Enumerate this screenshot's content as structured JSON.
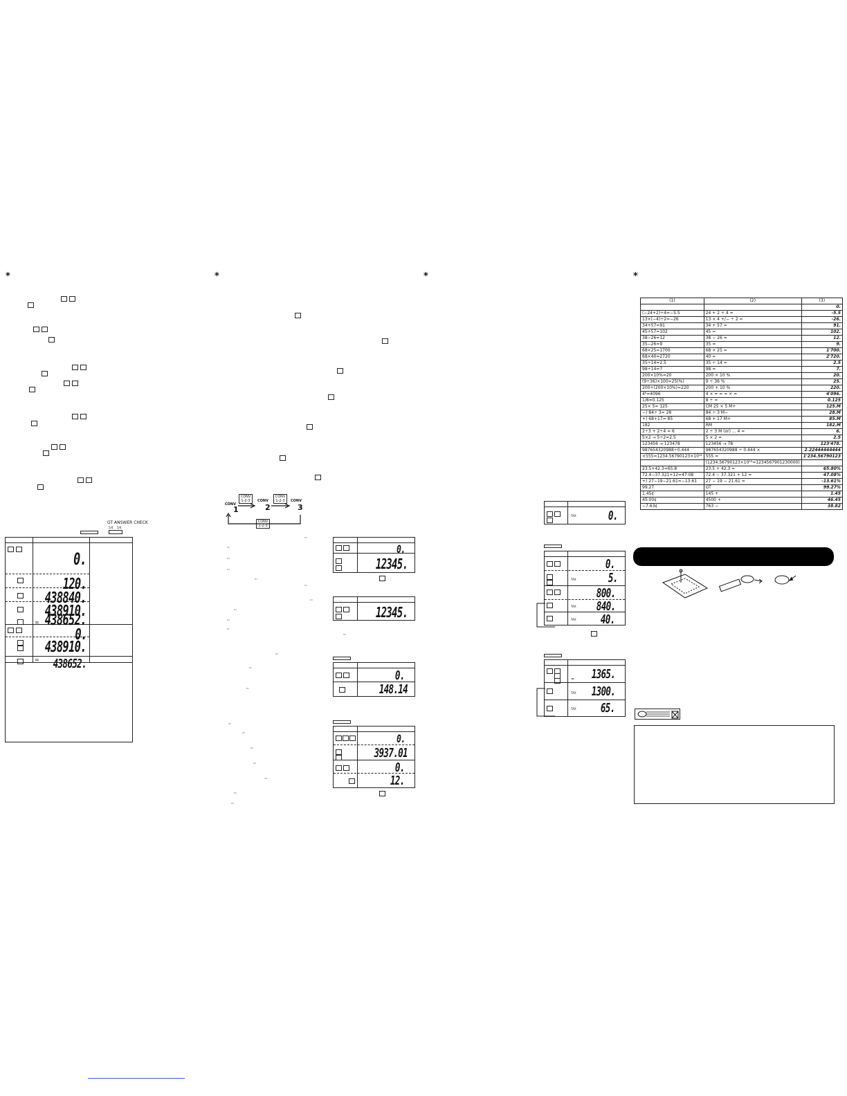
{
  "asterisks": [
    "*",
    "*",
    "*",
    "*"
  ],
  "col1": {
    "gt_label": "GT  ANSWER CHECK",
    "gt_switch_left": "5/4",
    "gt_switch_right": "5/4",
    "displays": [
      "0.",
      "120.",
      "438840.",
      "438910.",
      "438652.",
      "0.",
      "438910.",
      "438652."
    ],
    "equals": [
      "=",
      "=",
      "="
    ]
  },
  "col2": {
    "conv_key": "CONV\n1-2-3",
    "conv_labels": [
      "CONV",
      "CONV",
      "CONV"
    ],
    "conv_nums": [
      "1",
      "2",
      "3"
    ],
    "displays": [
      "0.",
      "12345.",
      "12345.",
      "0.",
      "148.14",
      "0.",
      "3937.01",
      "0.",
      "12."
    ]
  },
  "col3": {
    "displays": [
      "0.",
      "0.",
      "5.",
      "800.",
      "840.",
      "40.",
      "1365.",
      "1300.",
      "65."
    ],
    "tax_labels": [
      "TAX",
      "TAX",
      "TAX",
      "TAX",
      "TAX",
      "TAX"
    ],
    "equals": "="
  },
  "table": {
    "headers": [
      "(1)",
      "(2)",
      "(3)"
    ],
    "rows": [
      {
        "a": "",
        "b": "",
        "c": "0."
      },
      {
        "a": "(−24+2)÷4=−5.5",
        "b": "24 + 2 ÷ 4 =",
        "c": "-5.5"
      },
      {
        "a": "13×(−4)÷2=−26",
        "b": "13 × 4 +/− ÷ 2 =",
        "c": "-26."
      },
      {
        "a": "34+57=91",
        "b": "34 + 57 =",
        "c": "91."
      },
      {
        "a": "45+57=102",
        "b": "45 =",
        "c": "102."
      },
      {
        "a": "38−26=12",
        "b": "38 − 26 =",
        "c": "12."
      },
      {
        "a": "35−26=9",
        "b": "35 =",
        "c": "9."
      },
      {
        "a": "68×25=1700",
        "b": "68 × 25 =",
        "c": "1'700."
      },
      {
        "a": "68×40=2720",
        "b": "40 =",
        "c": "2'720."
      },
      {
        "a": "35÷14=2.5",
        "b": "35 ÷ 14 =",
        "c": "2.5"
      },
      {
        "a": "98÷14=7",
        "b": "98 =",
        "c": "7."
      },
      {
        "a": "200×10%=20",
        "b": "200 × 10 %",
        "c": "20."
      },
      {
        "a": "(9÷36)×100=25(%)",
        "b": "9 ÷ 36 %",
        "c": "25."
      },
      {
        "a": "200+(200×10%)=220",
        "b": "200 + 10 %",
        "c": "220."
      },
      {
        "a": "4⁶=4096",
        "b": "4 × = = = × =",
        "c": "4'096."
      },
      {
        "a": "1/8=0.125",
        "b": "8 ÷ =",
        "c": "0.125"
      },
      {
        "a": "25× 5= 125",
        "b": "CM 25 × 5 M+",
        "c": "125.M"
      },
      {
        "a": "−) 84÷ 3= 28",
        "b": "84 ÷ 3 M−",
        "c": "28.M"
      },
      {
        "a": "+) 68+17= 85",
        "b": "68 + 17 M+",
        "c": "85.M"
      },
      {
        "a": "182",
        "b": "RM",
        "c": "182.M"
      },
      {
        "a": "2÷3 + 2÷4 = 6",
        "b": "2 ÷ 3 M (or) ... 4 =",
        "c": "6."
      },
      {
        "a": "5×2 → 5÷2=2.5",
        "b": "5 × 2 =",
        "c": "2.5"
      },
      {
        "a": "123456 → 123478",
        "b": "123456 → 78",
        "c": "123'478."
      },
      {
        "a": "987654320988÷0.444",
        "b": "987654320988 ÷ 0.444 ×",
        "c": "2.22444444444"
      },
      {
        "a": "×555=1234.56790123×10¹²",
        "b": "555 =",
        "c": "1'234.56790123"
      },
      {
        "a": "",
        "b": "(1234.56790123×10¹²=1234567901230000)",
        "c": ""
      },
      {
        "a": "23.5+42.3=65.8",
        "b": "23.5 + 42.3 =",
        "c": "65.80%"
      },
      {
        "a": "72.4−37.321+12=47.08",
        "b": "72.4 − 37.321 + 12 =",
        "c": "47.08%"
      },
      {
        "a": "+) 27−19−21.61=−13.61",
        "b": "27 − 19 − 21.61 =",
        "c": "-13.61%"
      },
      {
        "a": "99.27",
        "b": "GT",
        "c": "99.27%"
      },
      {
        "a": "1.45¢",
        "b": "145 +",
        "c": "1.45"
      },
      {
        "a": "45.00¢",
        "b": "4500 +",
        "c": "46.45"
      },
      {
        "a": "−7.63¢",
        "b": "763 −",
        "c": "38.82"
      }
    ]
  }
}
